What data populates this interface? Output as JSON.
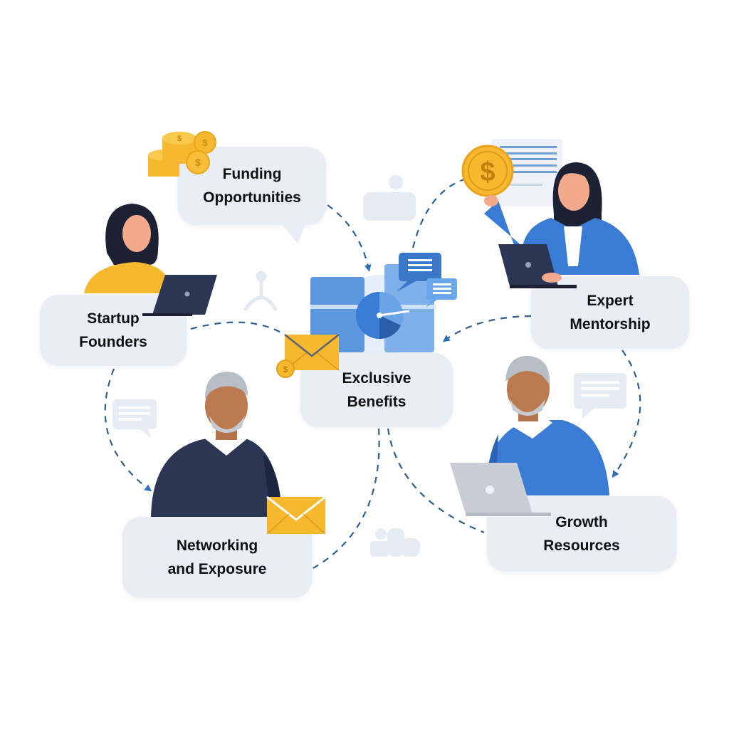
{
  "diagram": {
    "nodes": [
      {
        "id": "funding",
        "line1": "Funding",
        "line2": "Opportunities"
      },
      {
        "id": "founders",
        "line1": "Startup",
        "line2": "Founders"
      },
      {
        "id": "center",
        "line1": "Exclusive",
        "line2": "Benefits"
      },
      {
        "id": "mentorship",
        "line1": "Expert",
        "line2": "Mentorship"
      },
      {
        "id": "networking",
        "line1": "Networking",
        "line2": "and Exposure"
      },
      {
        "id": "growth",
        "line1": "Growth",
        "line2": "Resources"
      }
    ],
    "connections": [
      {
        "from": "funding",
        "to": "center"
      },
      {
        "from": "mentorship",
        "to": "center"
      },
      {
        "from": "center",
        "to": "mentorship"
      },
      {
        "from": "founders",
        "to": "networking"
      },
      {
        "from": "founders",
        "to": "center"
      },
      {
        "from": "mentorship",
        "to": "growth"
      },
      {
        "from": "center",
        "to": "networking"
      },
      {
        "from": "center",
        "to": "growth"
      }
    ],
    "icons": [
      "coin-stack-icon",
      "laptop-icon",
      "dollar-coin-icon",
      "envelope-icon",
      "chat-bubble-icon",
      "pie-chart-icon",
      "people-icon",
      "network-icon",
      "document-icon"
    ]
  },
  "colors": {
    "card_bg": "#e9eef5",
    "accent_blue": "#3a7bd5",
    "dark_navy": "#2b3554",
    "gold": "#f5b82e",
    "arrow": "#2f5f8f",
    "faint_icon": "#e3eaf3"
  }
}
